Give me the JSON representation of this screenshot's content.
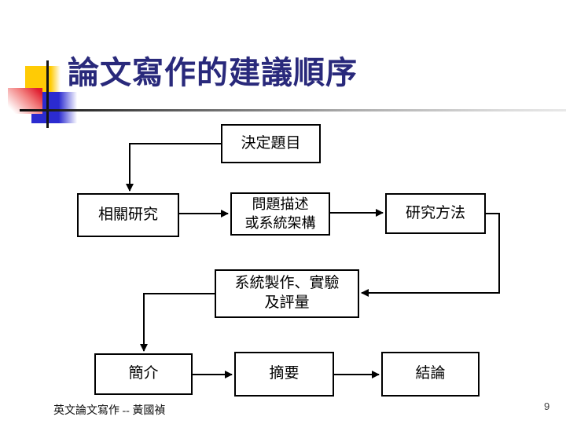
{
  "slide": {
    "title": "論文寫作的建議順序",
    "footer": "英文論文寫作 -- 黃國禎",
    "page_number": "9"
  },
  "diagram": {
    "type": "flowchart",
    "nodes": [
      {
        "id": "decide-topic",
        "label": "決定題目"
      },
      {
        "id": "related-research",
        "label": "相關研究"
      },
      {
        "id": "problem-description",
        "label": "問題描述\n或系統架構"
      },
      {
        "id": "research-method",
        "label": "研究方法"
      },
      {
        "id": "system-implementation",
        "label": "系統製作、實驗\n及評量"
      },
      {
        "id": "introduction",
        "label": "簡介"
      },
      {
        "id": "abstract",
        "label": "摘要"
      },
      {
        "id": "conclusion",
        "label": "結論"
      }
    ],
    "edges": [
      {
        "from": "decide-topic",
        "to": "related-research"
      },
      {
        "from": "related-research",
        "to": "problem-description"
      },
      {
        "from": "problem-description",
        "to": "research-method"
      },
      {
        "from": "research-method",
        "to": "system-implementation"
      },
      {
        "from": "system-implementation",
        "to": "introduction"
      },
      {
        "from": "introduction",
        "to": "abstract"
      },
      {
        "from": "abstract",
        "to": "conclusion"
      }
    ],
    "colors": {
      "title_text": "#29297B",
      "box_border": "#000000",
      "box_fill": "#FFFFFF",
      "connector": "#000000",
      "accent_yellow": "#FFCB05",
      "accent_red": "#E01F30",
      "accent_blue": "#2B2BD0"
    }
  }
}
